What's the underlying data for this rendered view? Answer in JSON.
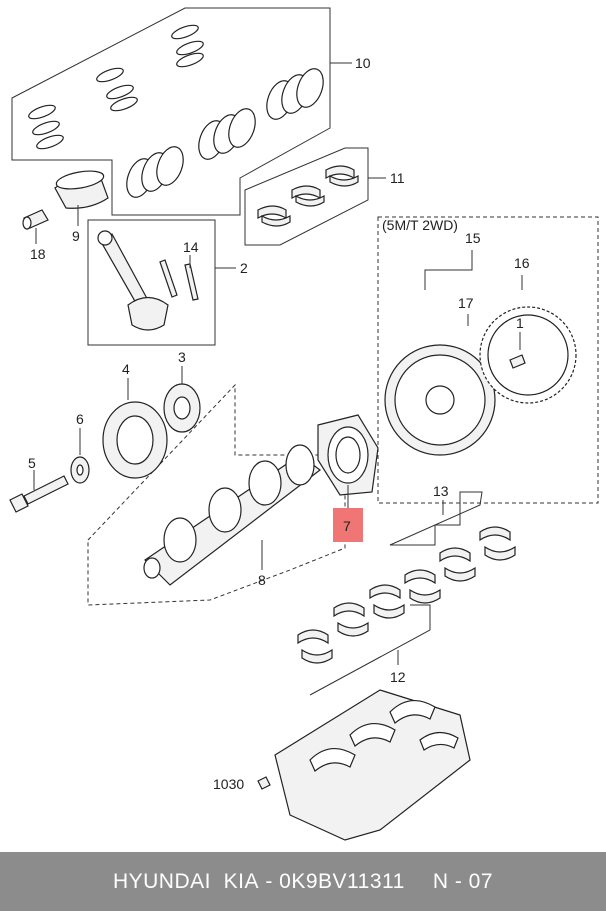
{
  "footer": {
    "brand": "HYUNDAI  KIA",
    "separator": " - ",
    "part_number": "0K9BV11311",
    "diagram_ref": "N - 07"
  },
  "callouts": {
    "c1": "1",
    "c2": "2",
    "c3": "3",
    "c4": "4",
    "c5": "5",
    "c6": "6",
    "c7": "7",
    "c8": "8",
    "c9": "9",
    "c10": "10",
    "c11": "11",
    "c12": "12",
    "c13": "13",
    "c14": "14",
    "c15": "15",
    "c16": "16",
    "c17": "17",
    "c18": "18",
    "c1030": "1030"
  },
  "variant_note": "(5M/T 2WD)",
  "colors": {
    "highlight": "#f07575",
    "footer_bg": "#8c8c8c",
    "line": "#333333"
  }
}
